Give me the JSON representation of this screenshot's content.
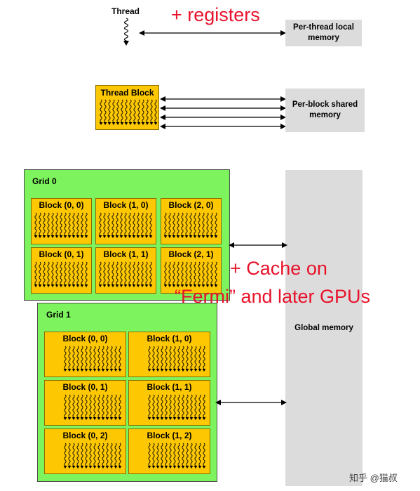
{
  "thread": {
    "label": "Thread",
    "note": "+ registers"
  },
  "thread_block": {
    "label": "Thread Block"
  },
  "memories": {
    "local": [
      "Per-thread local",
      "memory"
    ],
    "shared": [
      "Per-block shared",
      "memory"
    ],
    "global": "Global memory"
  },
  "cache_note": [
    "+ Cache on",
    "“Fermi” and later GPUs"
  ],
  "grid0": {
    "title": "Grid 0",
    "blocks": [
      "Block (0, 0)",
      "Block (1, 0)",
      "Block (2, 0)",
      "Block (0, 1)",
      "Block (1, 1)",
      "Block (2, 1)"
    ]
  },
  "grid1": {
    "title": "Grid 1",
    "blocks": [
      "Block (0, 0)",
      "Block (1, 0)",
      "Block (0, 1)",
      "Block (1, 1)",
      "Block (0, 2)",
      "Block (1, 2)"
    ]
  },
  "watermark": "知乎 @猫叔",
  "colors": {
    "grid": "#7df35d",
    "block": "#fdc702",
    "memory": "#dcdcdc",
    "note": "#e8122b"
  }
}
